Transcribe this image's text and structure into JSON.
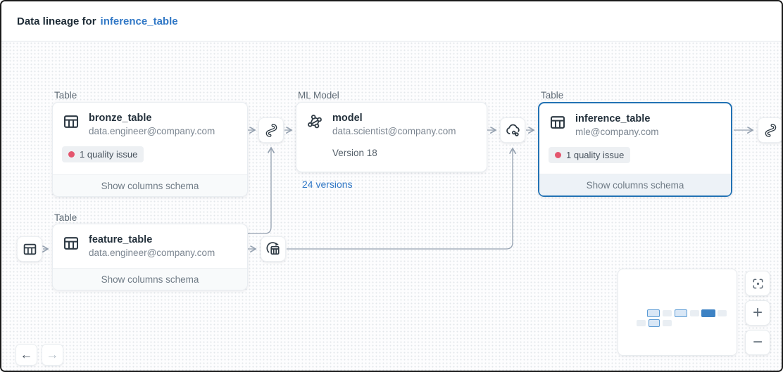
{
  "header": {
    "title": "Data lineage for",
    "entity": "inference_table"
  },
  "nodes": {
    "bronze_table": {
      "type": "Table",
      "name": "bronze_table",
      "owner": "data.engineer@company.com",
      "quality_badge": "1 quality issue",
      "footer": "Show columns schema"
    },
    "model": {
      "type": "ML Model",
      "name": "model",
      "owner": "data.scientist@company.com",
      "version": "Version 18",
      "versions_link": "24 versions"
    },
    "inference_table": {
      "type": "Table",
      "name": "inference_table",
      "owner": "mle@company.com",
      "quality_badge": "1 quality issue",
      "footer": "Show columns schema",
      "selected": true
    },
    "feature_table": {
      "type": "Table",
      "name": "feature_table",
      "owner": "data.engineer@company.com",
      "footer": "Show columns schema"
    }
  },
  "icons": {
    "upstream_node": "table-icon",
    "pipeline_left": "pipeline-icon",
    "model_serving": "serving-endpoint-icon",
    "feature_store": "feature-store-icon",
    "pipeline_right": "pipeline-icon"
  },
  "controls": {
    "fit": "fit-to-screen",
    "zoom_in": "+",
    "zoom_out": "−",
    "back": "←",
    "forward": "→"
  },
  "colors": {
    "selected_border": "#2272b4",
    "link_blue": "#3178c6",
    "badge_dot": "#e4566e",
    "edge": "#95a1b0",
    "icon_ink": "#2e3a44"
  }
}
